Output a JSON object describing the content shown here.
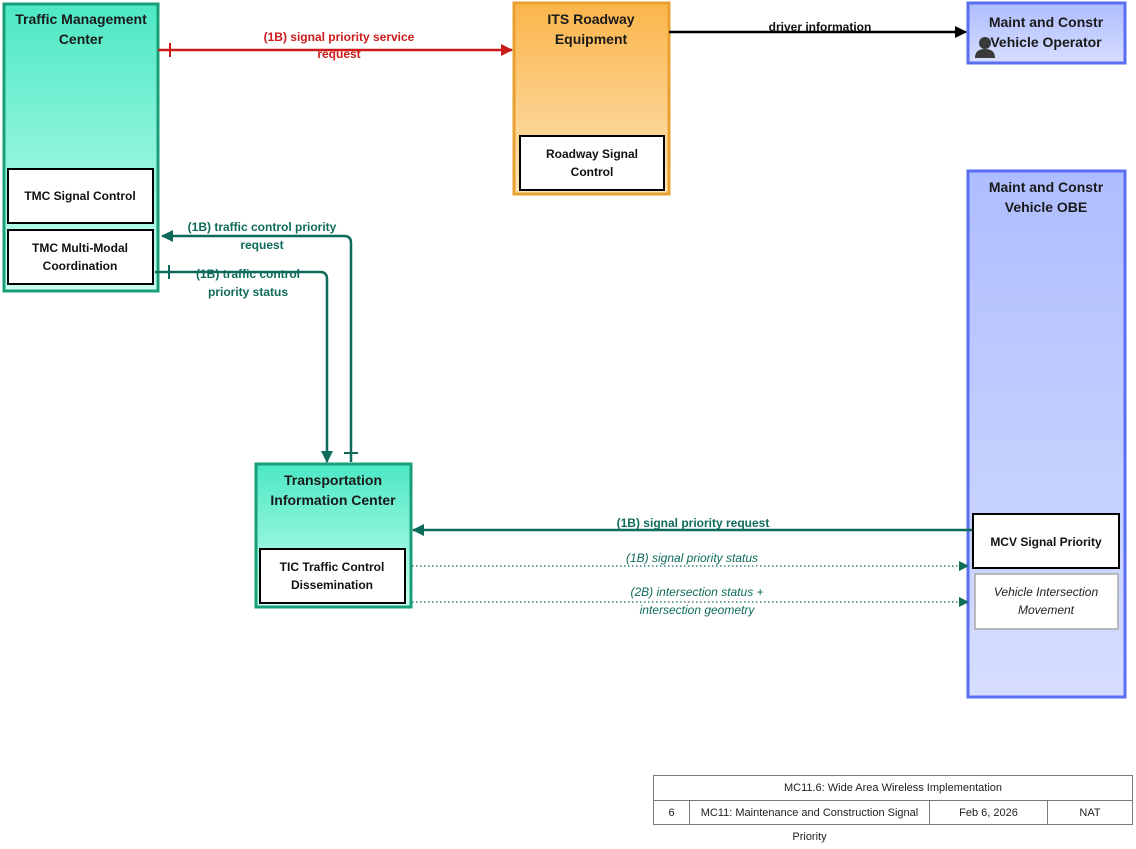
{
  "entities": {
    "tmc": {
      "title_line1": "Traffic Management",
      "title_line2": "Center"
    },
    "its": {
      "title_line1": "ITS Roadway",
      "title_line2": "Equipment"
    },
    "operator": {
      "title_line1": "Maint and Constr",
      "title_line2": "Vehicle Operator"
    },
    "obe": {
      "title_line1": "Maint and Constr",
      "title_line2": "Vehicle OBE"
    },
    "tic": {
      "title_line1": "Transportation",
      "title_line2": "Information Center"
    }
  },
  "subsystems": {
    "tmc_signal_control": "TMC Signal Control",
    "tmc_multimodal_line1": "TMC Multi-Modal",
    "tmc_multimodal_line2": "Coordination",
    "roadway_signal_line1": "Roadway Signal",
    "roadway_signal_line2": "Control",
    "tic_dissem_line1": "TIC Traffic Control",
    "tic_dissem_line2": "Dissemination",
    "mcv_signal_priority": "MCV Signal Priority",
    "vim_line1": "Vehicle Intersection",
    "vim_line2": "Movement"
  },
  "flows": {
    "signal_priority_service_request_line1": "(1B) signal priority service",
    "signal_priority_service_request_line2": "request",
    "driver_information": "driver information",
    "traffic_control_priority_request_line1": "(1B) traffic control priority",
    "traffic_control_priority_request_line2": "request",
    "traffic_control_priority_status_line1": "(1B) traffic control",
    "traffic_control_priority_status_line2": "priority status",
    "signal_priority_request": "(1B) signal priority request",
    "signal_priority_status": "(1B) signal priority status",
    "intersection_status_line1": "(2B) intersection status +",
    "intersection_status_line2": "intersection geometry"
  },
  "footer": {
    "title": "MC11.6: Wide Area Wireless Implementation",
    "page": "6",
    "service": "MC11: Maintenance and Construction Signal Priority",
    "date": "Feb 6, 2026",
    "org": "NAT"
  },
  "colors": {
    "center_fill_top": "#4ce8c4",
    "center_fill_bottom": "#c8fff0",
    "center_border": "#1a9e78",
    "field_fill": "#f9b44a",
    "field_border": "#e8a030",
    "vehicle_fill": "#b4c4ff",
    "vehicle_border": "#5a6ef0",
    "flow_red": "#cc1a1a",
    "flow_teal": "#0e6b5a",
    "flow_black": "#000000"
  },
  "icons": {
    "operator": "person-icon"
  }
}
